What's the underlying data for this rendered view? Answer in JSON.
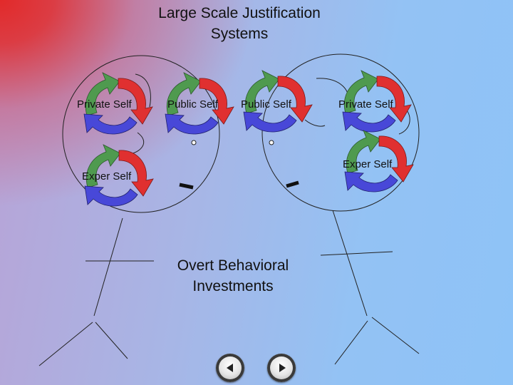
{
  "slide": {
    "title": "Large Scale Justification Systems",
    "caption": "Overt Behavioral Investments"
  },
  "labels": {
    "left_private": "Private Self",
    "left_public": "Public Self",
    "left_exper": "Exper Self",
    "right_public": "Public Self",
    "right_private": "Private Self",
    "right_exper": "Exper Self"
  },
  "cycle_colors": {
    "red": "#e03030",
    "green": "#4f9a4f",
    "blue": "#4848d8"
  },
  "nav": {
    "prev_icon": "triangle-left-icon",
    "next_icon": "triangle-right-icon"
  }
}
